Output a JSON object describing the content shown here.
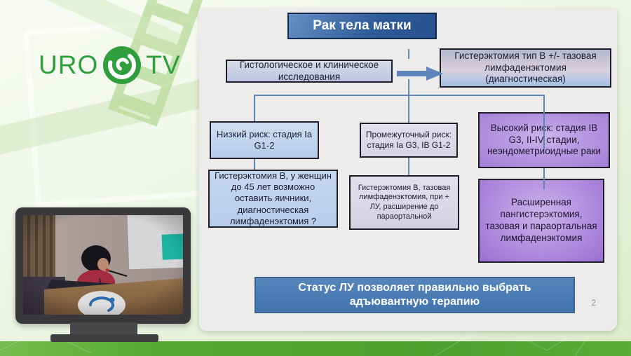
{
  "logo": {
    "uro": "URO",
    "tv": "TV"
  },
  "slide": {
    "title": "Рак тела матки",
    "histology": "Гистологическое и клиническое исследования",
    "hysterectomy": "Гистерэктомия  тип B +/- тазовая лимфаденэктомия (диагностическая)",
    "low_risk": "Низкий риск: стадия Ia G1-2",
    "intermediate_risk": "Промежуточный  риск: стадия Ia G3, IB G1-2",
    "high_risk": "Высокий риск: стадия IB G3, II-IV стадии, неэндометриоидные раки",
    "low_risk_treatment": "Гистерэктомия B,  у женщин до 45 лет возможно оставить яичники, диагностическая лимфаденэктомия ?",
    "intermediate_risk_treatment": "Гистерэктомия B,  тазовая лимфаденэктомия, при + ЛУ, расширение до параортальной",
    "high_risk_treatment": "Расширенная пангистерэктомия, тазовая и параортальная лимфаденэктомия",
    "status_line1": "Статус  ЛУ позволяет правильно выбрать",
    "status_line2": "адъювантную терапию",
    "page_number": "2"
  },
  "colors": {
    "brand_green": "#2f9f3d",
    "title_blue": "#2d5a99",
    "status_blue": "#4a7cb4",
    "risk_purple": "#ab85d9",
    "light_blue": "#bfd3ec",
    "connector_blue": "#5e86b5",
    "bottom_bar_green": "#55a934"
  }
}
